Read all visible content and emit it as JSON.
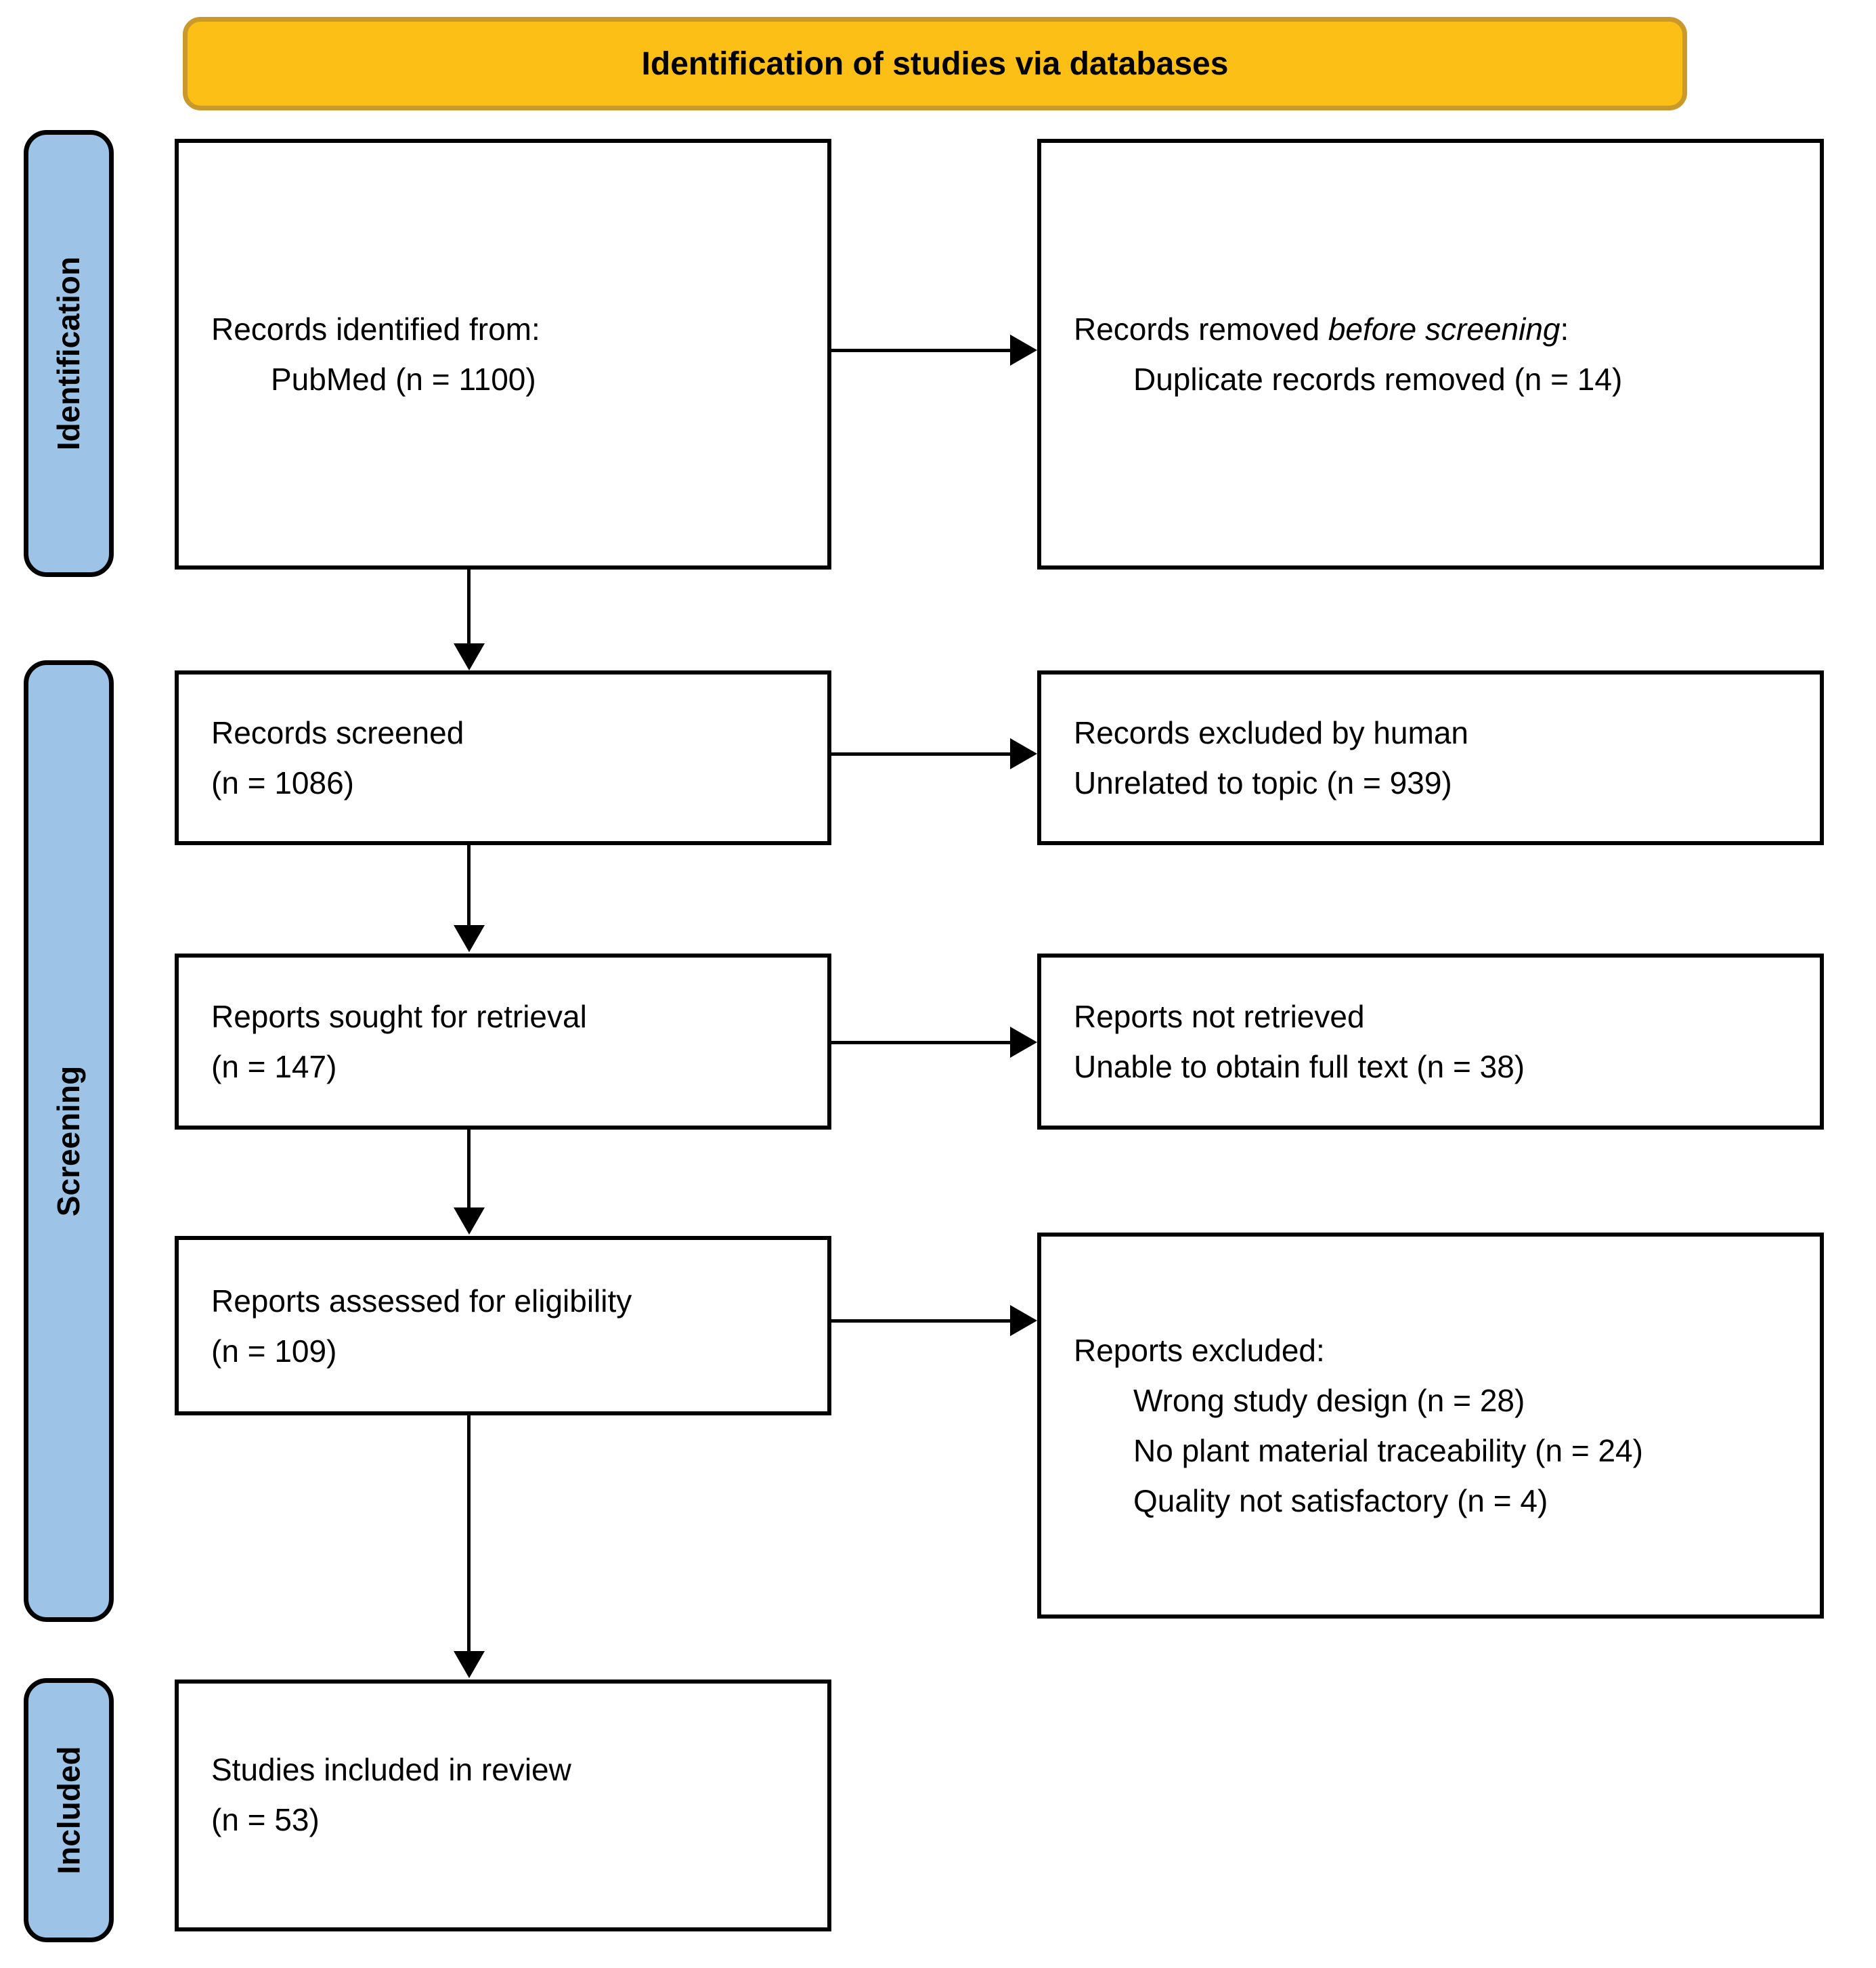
{
  "title": "Identification of studies via databases",
  "stages": {
    "identification": "Identification",
    "screening": "Screening",
    "included": "Included"
  },
  "boxes": {
    "records_identified": {
      "line1": "Records identified from:",
      "line2": "PubMed (n = 1100)"
    },
    "records_removed": {
      "line1_prefix": "Records removed ",
      "line1_italic": "before screening",
      "line1_suffix": ":",
      "line2": "Duplicate records removed (n = 14)"
    },
    "records_screened": {
      "line1": "Records screened",
      "line2": "(n = 1086)"
    },
    "records_excluded": {
      "line1": "Records excluded by human",
      "line2": "Unrelated to topic (n = 939)"
    },
    "reports_sought": {
      "line1": "Reports sought for retrieval",
      "line2": "(n = 147)"
    },
    "reports_not_retrieved": {
      "line1": "Reports not retrieved",
      "line2": "Unable to obtain full text (n = 38)"
    },
    "reports_assessed": {
      "line1": "Reports assessed for eligibility",
      "line2": "(n = 109)"
    },
    "reports_excluded": {
      "line1": "Reports excluded:",
      "line2": "Wrong study design (n = 28)",
      "line3": "No plant material traceability (n = 24)",
      "line4": "Quality not satisfactory (n = 4)"
    },
    "studies_included": {
      "line1": "Studies included in review",
      "line2": "(n = 53)"
    }
  },
  "colors": {
    "banner_fill": "#FCBF15",
    "banner_border": "#C9992B",
    "stage_fill": "#9DC3E6",
    "line_color": "#000000",
    "background": "#FFFFFF"
  }
}
